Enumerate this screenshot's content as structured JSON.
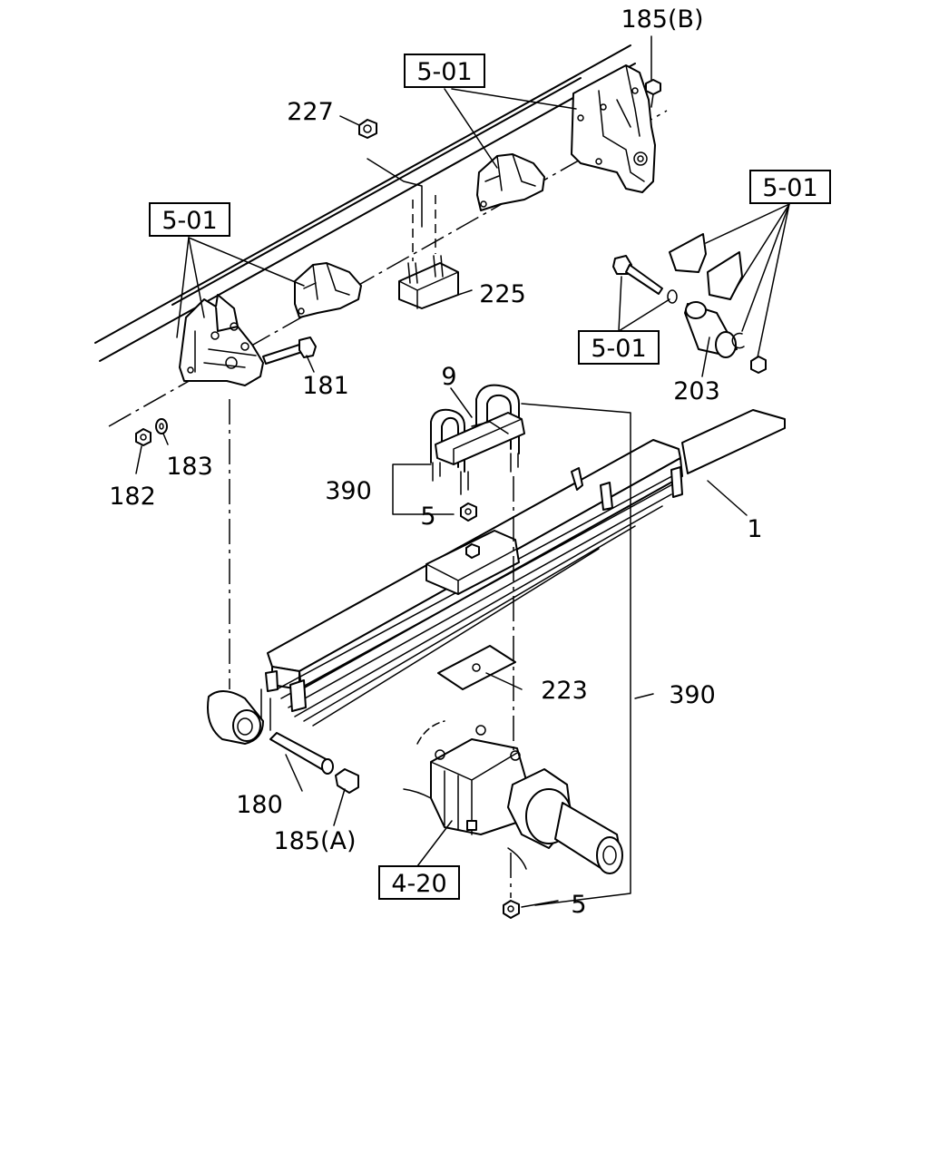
{
  "callouts": {
    "p185b": "185(B)",
    "p227": "227",
    "ref501_top": "5-01",
    "ref501_left": "5-01",
    "ref501_right": "5-01",
    "ref501_mid": "5-01",
    "p225": "225",
    "p181": "181",
    "p182": "182",
    "p183": "183",
    "p203": "203",
    "p9": "9",
    "p390_left": "390",
    "p5_top": "5",
    "p1": "1",
    "p223": "223",
    "p390_right": "390",
    "p180": "180",
    "p185a": "185(A)",
    "ref420": "4-20",
    "p5_bottom": "5"
  }
}
